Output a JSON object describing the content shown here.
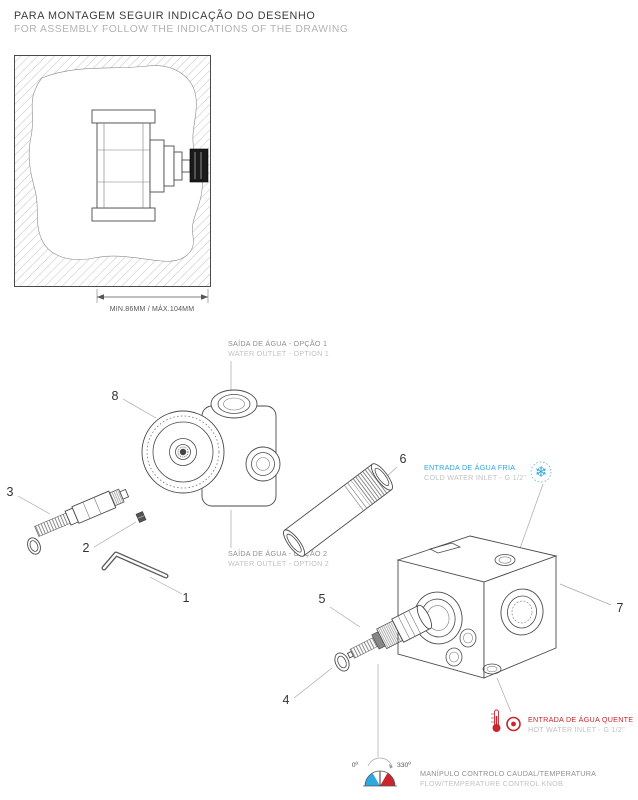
{
  "header": {
    "title_pt": "PARA MONTAGEM SEGUIR INDICAÇÃO DO DESENHO",
    "title_en": "FOR ASSEMBLY FOLLOW THE INDICATIONS OF THE DRAWING"
  },
  "inset": {
    "dimension": "MIN.86MM / MÁX.104MM"
  },
  "callouts": {
    "outlet1": {
      "pt": "SAÍDA DE ÁGUA - OPÇÃO 1",
      "en": "WATER OUTLET - OPTION 1"
    },
    "outlet2": {
      "pt": "SAÍDA DE ÁGUA - OPÇÃO 2",
      "en": "WATER OUTLET - OPTION 2"
    },
    "cold": {
      "pt": "ENTRADA DE ÁGUA FRIA",
      "en": "COLD WATER INLET - G 1/2\"",
      "icon": "snowflake-icon",
      "glyph": "❄",
      "color": "#2FA8E0"
    },
    "hot": {
      "pt": "ENTRADA DE ÁGUA QUENTE",
      "en": "HOT WATER INLET - G 1/2\"",
      "icon": "thermometer-icon",
      "color": "#C9252C"
    },
    "knob": {
      "pt": "MANÍPULO CONTROLO CAUDAL/TEMPERATURA",
      "en": "FLOW/TEMPERATURE CONTROL KNOB",
      "angle_min": "0º",
      "angle_max": "330º",
      "icon": "temperature-dial-icon"
    }
  },
  "parts": [
    {
      "num": "1"
    },
    {
      "num": "2"
    },
    {
      "num": "3"
    },
    {
      "num": "4"
    },
    {
      "num": "5"
    },
    {
      "num": "6"
    },
    {
      "num": "7"
    },
    {
      "num": "8"
    }
  ],
  "colors": {
    "cold": "#2FA8E0",
    "hot": "#C9252C",
    "line": "#4a4a4a",
    "label_text": "#8f8f8f",
    "muted_text": "#c2c2c2",
    "dark_text": "#3c3c3c"
  }
}
